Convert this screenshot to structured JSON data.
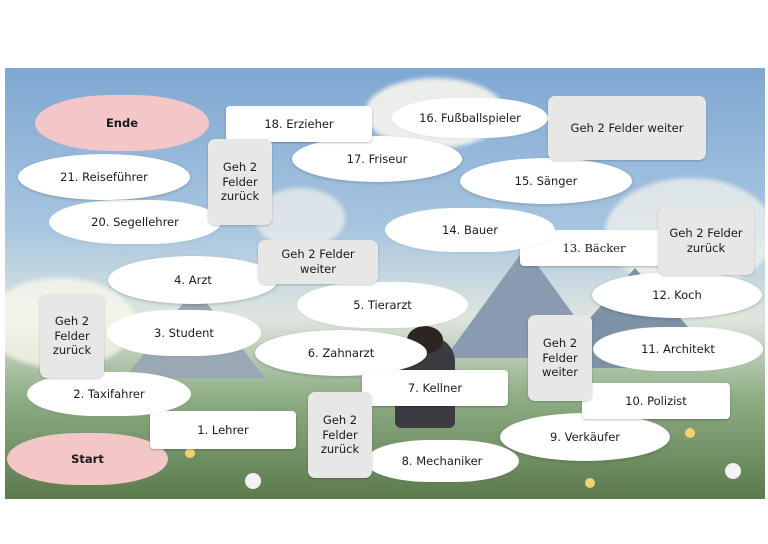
{
  "board": {
    "start": "Start",
    "end": "Ende",
    "fields": {
      "f1": "1. Lehrer",
      "f2": "2. Taxifahrer",
      "f3": "3. Student",
      "f4": "4. Arzt",
      "f5": "5. Tierarzt",
      "f6": "6. Zahnarzt",
      "f7": "7. Kellner",
      "f8": "8. Mechaniker",
      "f9": "9. Verkäufer",
      "f10": "10. Polizist",
      "f11": "11. Architekt",
      "f12": "12. Koch",
      "f13": "13. Bäcker",
      "f14": "14. Bauer",
      "f15": "15. Sänger",
      "f16": "16. Fußballspieler",
      "f17": "17. Friseur",
      "f18": "18. Erzieher",
      "f20": "20. Segellehrer",
      "f21": "21. Reiseführer"
    },
    "actions": {
      "back_left": "Geh 2 Felder zurück",
      "back_bottom": "Geh 2 Felder zurück",
      "forward_mid_right": "Geh 2 Felder weiter",
      "back_right": "Geh 2 Felder zurück",
      "forward_center": "Geh 2 Felder weiter",
      "back_top": "Geh 2 Felder zurück",
      "forward_top_right": "Geh 2 Felder weiter"
    }
  }
}
